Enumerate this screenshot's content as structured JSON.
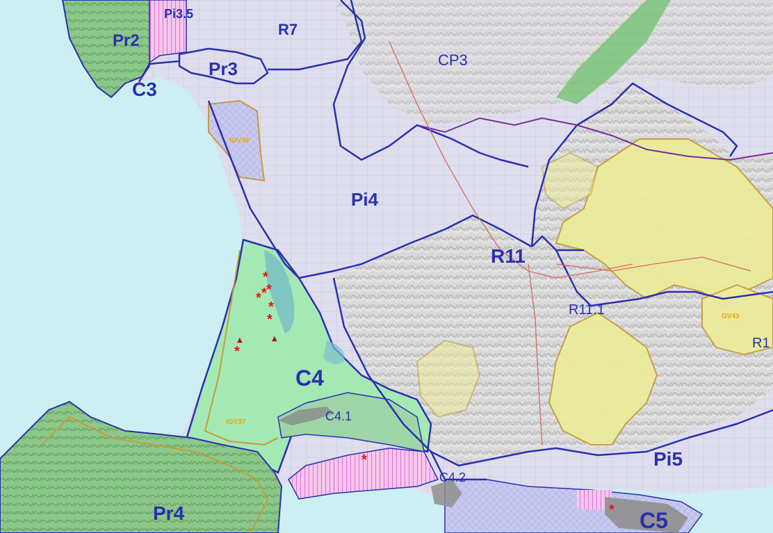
{
  "colors": {
    "sea": "#cdeff3",
    "land": "#e4e4ea",
    "plain": "#dcdcf0",
    "boundary": "#2a2fb0",
    "green_zone": "#9fe3a9",
    "forest_zone": "#8dc78d",
    "hatched_pink": "#f2a6e2",
    "yellow_zone": "#ecec9a",
    "site_outline": "#c79a3a",
    "marker": "#ee1111"
  },
  "zones": {
    "pr2": "Pr2",
    "pi35": "Pi3.5",
    "r7": "R7",
    "cp3": "CP3",
    "pr3": "Pr3",
    "c3": "C3",
    "pi4": "Pi4",
    "r11": "R11",
    "r111": "R11.1",
    "r1": "R1",
    "c4": "C4",
    "c41": "C4.1",
    "c42": "C4.2",
    "pi5": "Pi5",
    "pr4": "Pr4",
    "c5": "C5"
  },
  "sites": {
    "igv36": "IGV36",
    "igv37": "IGV37",
    "gv43": "GV43"
  },
  "markers": {
    "asterisk": "*",
    "triangle": "▲"
  }
}
